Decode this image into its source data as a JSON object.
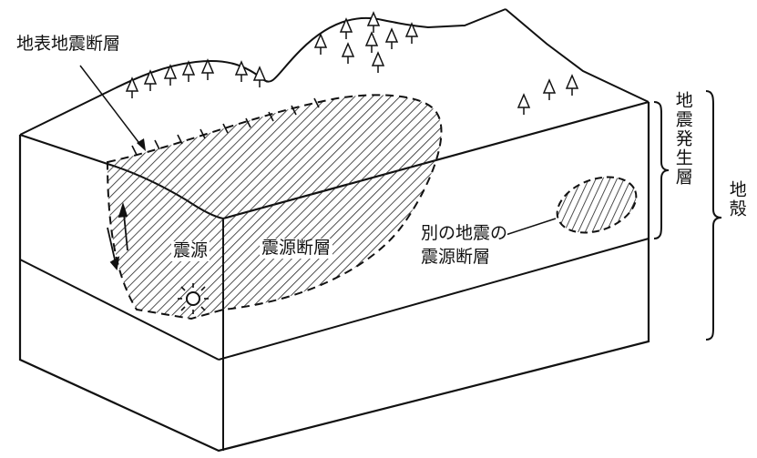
{
  "labels": {
    "surface_fault": "地表地震断層",
    "hypocenter": "震源",
    "source_fault": "震源断層",
    "other_source_line1": "別の地震の",
    "other_source_line2": "震源断層",
    "seismogenic_layer": "地震発生層",
    "crust": "地殻"
  }
}
